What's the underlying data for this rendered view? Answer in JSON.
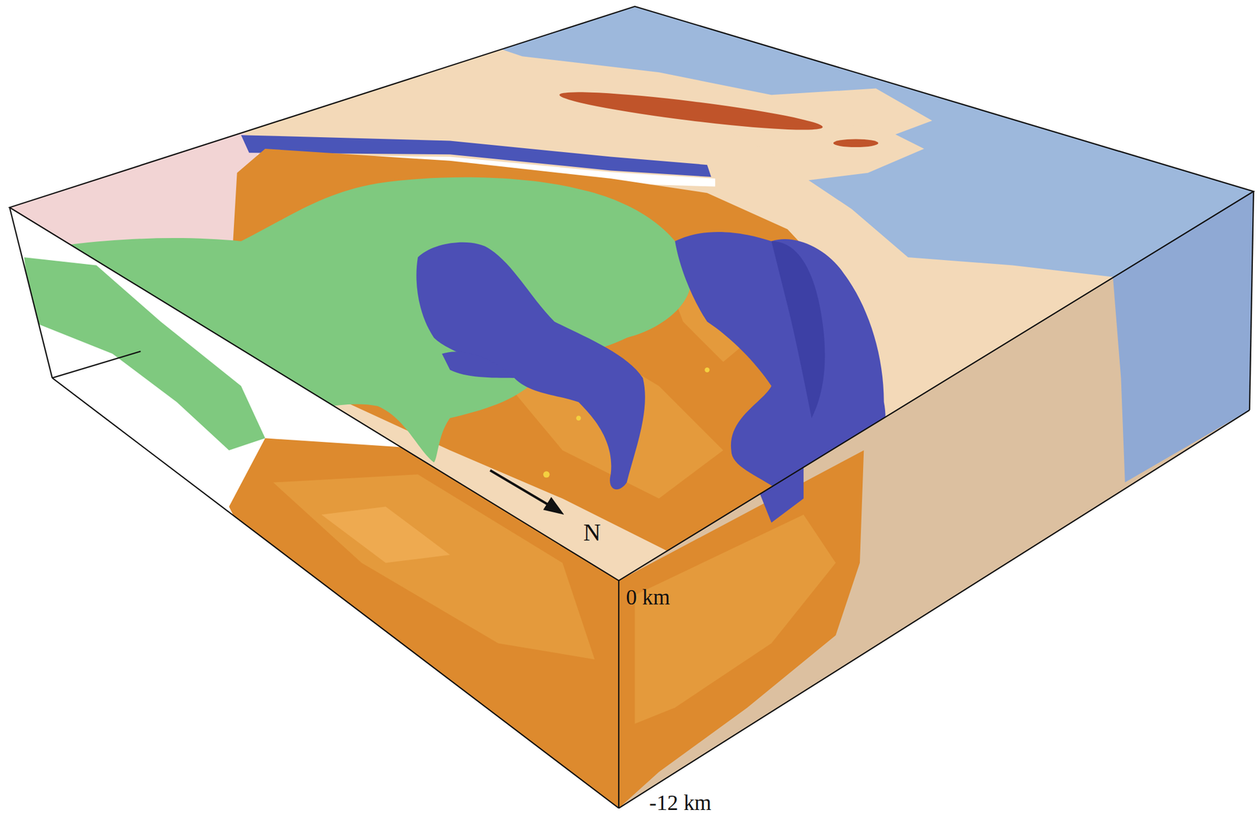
{
  "diagram": {
    "labels": [
      "N",
      "0 km",
      "-12 km"
    ]
  }
}
